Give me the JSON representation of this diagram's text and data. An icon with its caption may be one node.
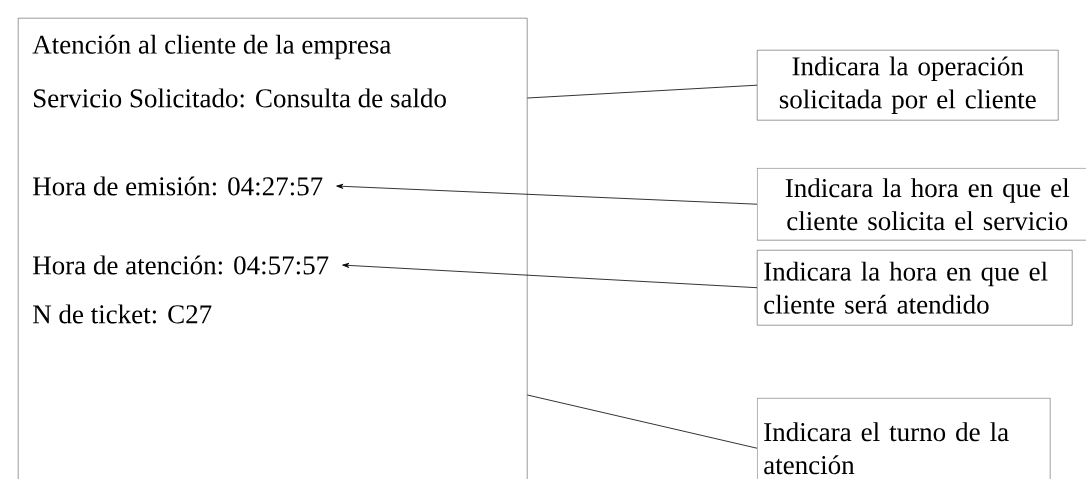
{
  "diagram": {
    "nodes": [
      {
        "text": [
          "Atención al cliente de la empresa",
          "Servicio Solicitado: Consulta de saldo",
          "N de ticket: C27"
        ]
      },
      {
        "text": [
          "Hora de emisión: 04:27:57"
        ],
        "in": 0
      },
      {
        "text": [
          "Hora de atención: 04:57:57"
        ],
        "in": 0
      },
      {
        "text": [
          "Indicara la operación solicitada por el cliente"
        ]
      },
      {
        "text": [
          "Indicara la hora en que el cliente solicita el servicio"
        ]
      },
      {
        "text": [
          "Indicara la hora en que el cliente será atendido"
        ]
      },
      {
        "text": [
          "Indicara el turno de la atención"
        ]
      }
    ],
    "edges": [
      {
        "from": 3,
        "to": 0,
        "arrow": "none"
      },
      {
        "from": 4,
        "to": 1,
        "arrow": "to"
      },
      {
        "from": 5,
        "to": 2,
        "arrow": "to"
      },
      {
        "from": 0,
        "to": 6,
        "arrow": "none"
      }
    ]
  }
}
